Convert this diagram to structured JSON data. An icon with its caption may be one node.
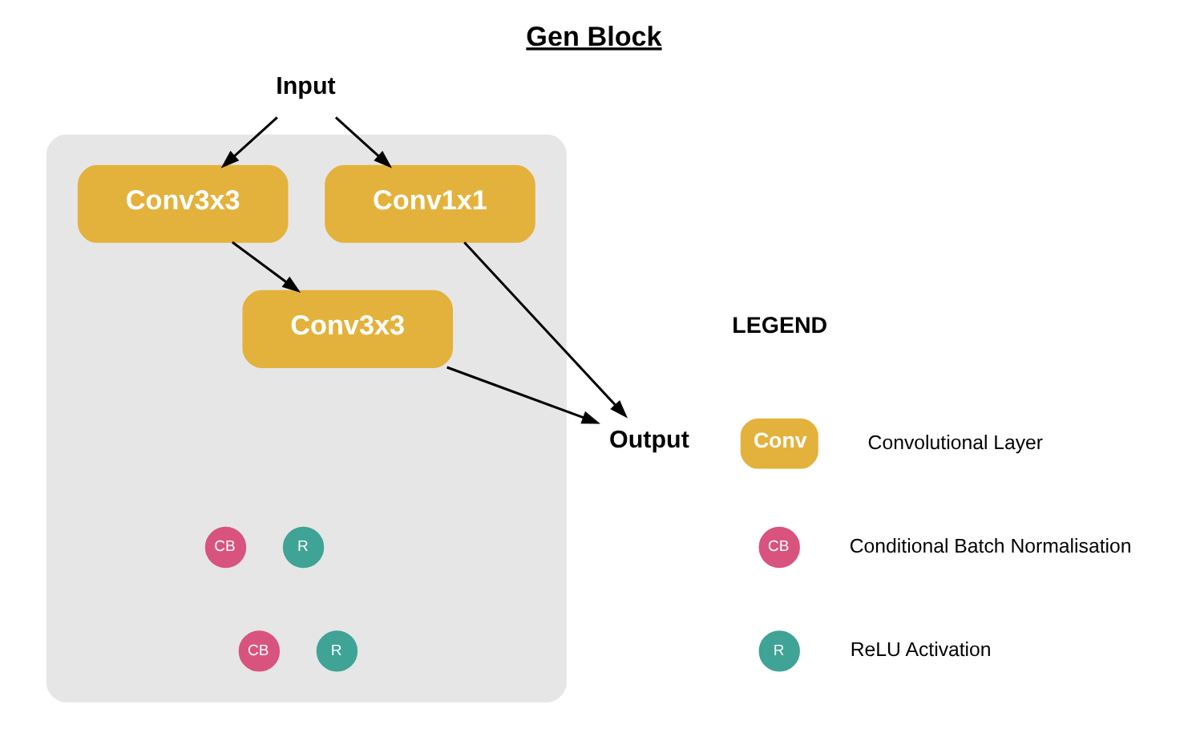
{
  "diagram": {
    "title": "Gen Block",
    "nodes": [
      {
        "text": [
          "Input"
        ]
      },
      {
        "text": [],
        "shape": "box"
      },
      {
        "text": [
          "Conv3x3"
        ],
        "in": 1
      },
      {
        "text": [
          "CB"
        ],
        "in": 1
      },
      {
        "text": [
          "R"
        ],
        "in": 1
      },
      {
        "text": [
          "Conv3x3"
        ],
        "in": 1
      },
      {
        "text": [
          "CB"
        ],
        "in": 1
      },
      {
        "text": [
          "R"
        ],
        "in": 1
      },
      {
        "text": [
          "Conv1x1"
        ],
        "in": 1
      },
      {
        "text": [
          "Output"
        ]
      },
      {
        "text": [
          "Conv"
        ],
        "beside": [
          "Convolutional Layer"
        ]
      },
      {
        "text": [
          "CB"
        ],
        "beside": [
          "Conditional Batch Normalisation"
        ]
      },
      {
        "text": [
          "R"
        ],
        "beside": [
          "ReLU Activation"
        ]
      }
    ],
    "edges": [
      {
        "from": 0,
        "to": 2,
        "arrow": "to"
      },
      {
        "from": 0,
        "to": 8,
        "arrow": "to"
      },
      {
        "from": 2,
        "to": 5,
        "arrow": "to"
      },
      {
        "from": 5,
        "to": 9,
        "arrow": "to"
      },
      {
        "from": 8,
        "to": 9,
        "arrow": "to"
      }
    ],
    "labels": [
      "LEGEND"
    ]
  }
}
